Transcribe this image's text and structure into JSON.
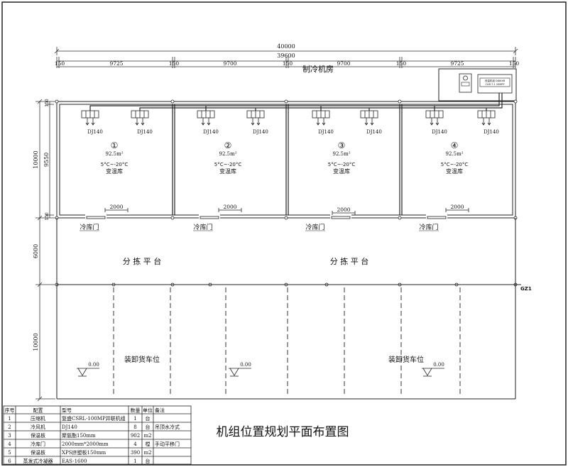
{
  "dimensions": {
    "total_outer": "40000",
    "total_inner": "39600",
    "segments": [
      "150",
      "9725",
      "150",
      "9700",
      "150",
      "9700",
      "150",
      "9725",
      "150"
    ],
    "left_upper": [
      "10000",
      "9550"
    ],
    "left_small": [
      "150",
      "150"
    ],
    "left_mid": "6000",
    "left_lower": "10000"
  },
  "machine_room": {
    "label": "制冷机房",
    "panel_text": [
      "低温机组 DJ8XXB",
      "CUB 7-1 20MPP"
    ]
  },
  "rooms": [
    {
      "num": "①",
      "area": "92.5m²",
      "temp": "5°C~-20°C",
      "name": "变温库",
      "units": [
        "DJ140",
        "DJ140"
      ]
    },
    {
      "num": "②",
      "area": "92.5m²",
      "temp": "5°C~-20°C",
      "name": "变温库",
      "units": [
        "DJ140",
        "DJ140"
      ]
    },
    {
      "num": "③",
      "area": "92.5m²",
      "temp": "5°C~-20°C",
      "name": "变温库",
      "units": [
        "DJ140",
        "DJ140"
      ]
    },
    {
      "num": "④",
      "area": "92.5m²",
      "temp": "5°C~-20°C",
      "name": "变温库",
      "units": [
        "DJ140",
        "DJ140"
      ]
    }
  ],
  "door_width": "2000",
  "door_label": "冷库门",
  "platform_label": "分 拣 平 台",
  "axis_label": "GZ1",
  "loading_label": "装卸货车位",
  "level_label": "0.00",
  "drawing_title": "机组位置规划平面布置图",
  "bom": {
    "headers": [
      "序号",
      "配置",
      "型号",
      "数量",
      "单位",
      "备注"
    ],
    "rows": [
      [
        "1",
        "压缩机",
        "复盛CSRL-100MP并联机组",
        "1",
        "台",
        ""
      ],
      [
        "2",
        "冷风机",
        "DJ140",
        "8",
        "台",
        "吊顶水冷式"
      ],
      [
        "3",
        "保温板",
        "聚氨酯150mm",
        "902",
        "m2",
        ""
      ],
      [
        "4",
        "冷库门",
        "2000mm*2000mm",
        "4",
        "樘",
        "手动平移门"
      ],
      [
        "5",
        "保温板",
        "XPS挤塑板150mm",
        "390",
        "m2",
        ""
      ],
      [
        "6",
        "蒸发式冷凝器",
        "EAS-1600",
        "1",
        "台",
        ""
      ]
    ]
  }
}
